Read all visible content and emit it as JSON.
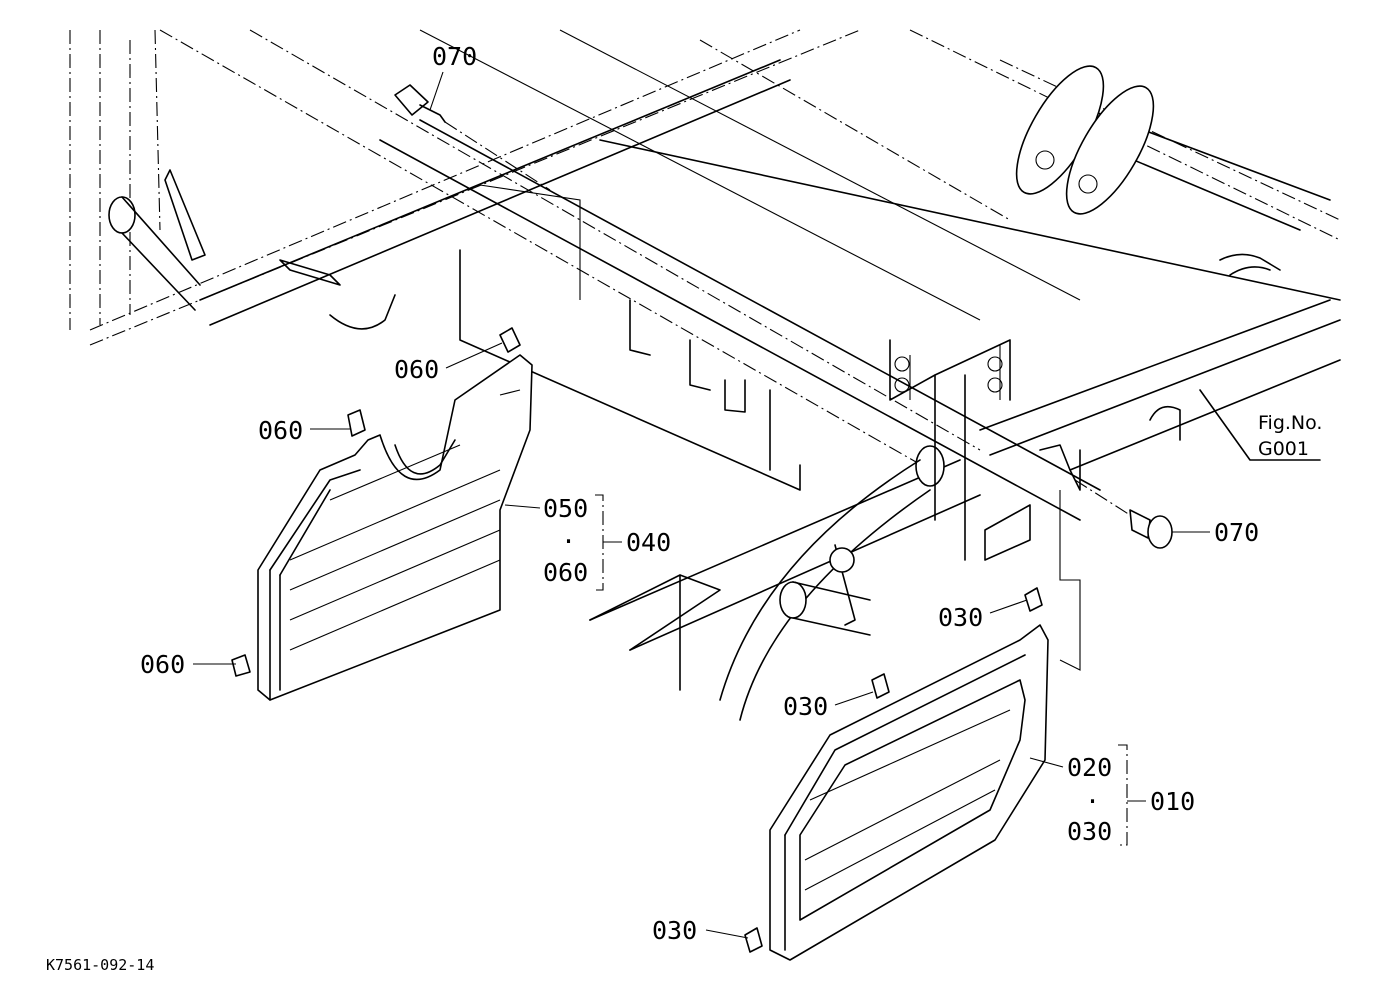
{
  "parts": {
    "p070_top": "070",
    "p070_right": "070",
    "p060_a": "060",
    "p060_b": "060",
    "p060_c": "060",
    "p050": "050",
    "p060_group": "060",
    "p040": "040",
    "p030_a": "030",
    "p030_b": "030",
    "p030_c": "030",
    "p020": "020",
    "p030_group": "030",
    "p010": "010",
    "dot_a": "·",
    "dot_b": "·"
  },
  "fig_ref": {
    "label": "Fig.No.",
    "number": "G001"
  },
  "drawing_code": "K7561-092-14"
}
